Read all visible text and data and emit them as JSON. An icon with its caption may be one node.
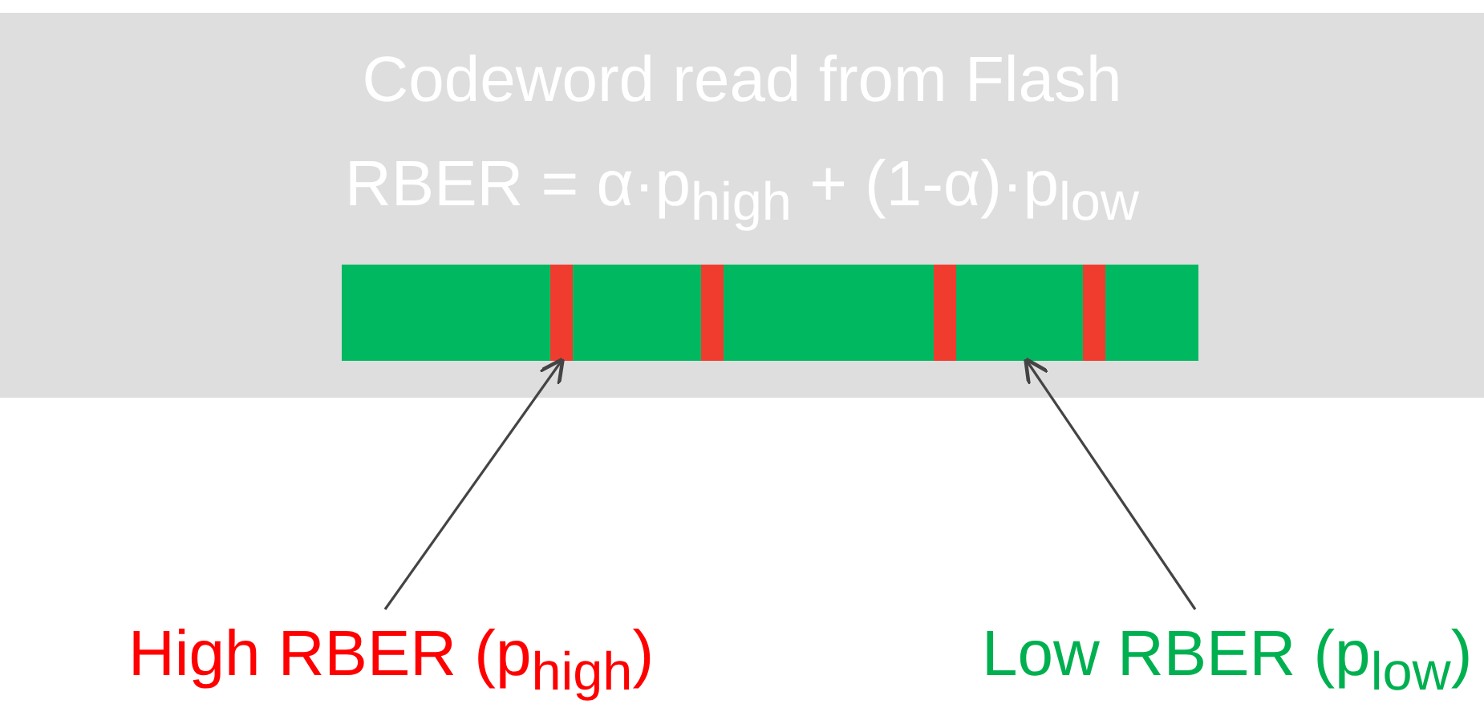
{
  "diagram": {
    "nodes": [
      {
        "text": [
          "Codeword read from Flash",
          "RBER = α·p$_{high}$ + (1-α)·p$_{low}$"
        ]
      },
      {
        "text": [],
        "shape": "bar",
        "in": 0
      },
      {
        "text": [],
        "shape": "bar",
        "in": 1
      },
      {
        "text": [],
        "shape": "bar",
        "in": 1
      },
      {
        "text": [],
        "shape": "bar",
        "in": 1
      },
      {
        "text": [],
        "shape": "bar",
        "in": 1
      },
      {
        "text": [
          "High RBER (p$_{high}$)"
        ]
      },
      {
        "text": [
          "Low RBER (p$_{low}$)"
        ]
      }
    ],
    "edges": [
      {
        "from": 6,
        "to": 2,
        "arrow": "to"
      },
      {
        "from": 7,
        "to": 1,
        "arrow": "to"
      }
    ]
  }
}
